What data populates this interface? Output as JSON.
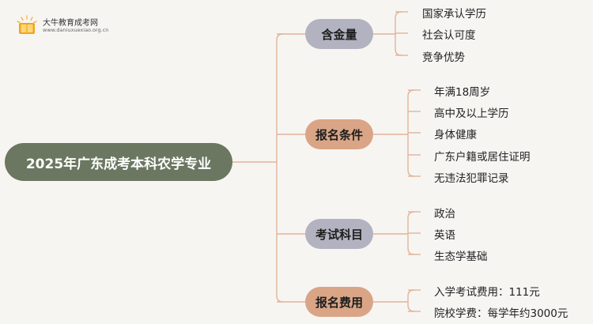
{
  "logo": {
    "name": "大牛教育成考网",
    "url": "www.daniuxuexiao.org.cn",
    "icon": "book-icon"
  },
  "root": {
    "label": "2025年广东成考本科农学专业"
  },
  "branches": [
    {
      "label": "含金量",
      "color": "#b3b2c0",
      "leaves": [
        "国家承认学历",
        "社会认可度",
        "竞争优势"
      ]
    },
    {
      "label": "报名条件",
      "color": "#d9a586",
      "leaves": [
        "年满18周岁",
        "高中及以上学历",
        "身体健康",
        "广东户籍或居住证明",
        "无违法犯罪记录"
      ]
    },
    {
      "label": "考试科目",
      "color": "#b3b2c0",
      "leaves": [
        "政治",
        "英语",
        "生态学基础"
      ]
    },
    {
      "label": "报名费用",
      "color": "#d9a586",
      "leaves": [
        "入学考试费用：111元",
        "院校学费：每学年约3000元"
      ]
    }
  ],
  "colors": {
    "background": "#f7f5f2",
    "root": "#6b7761",
    "connector": "#e0b49a"
  }
}
